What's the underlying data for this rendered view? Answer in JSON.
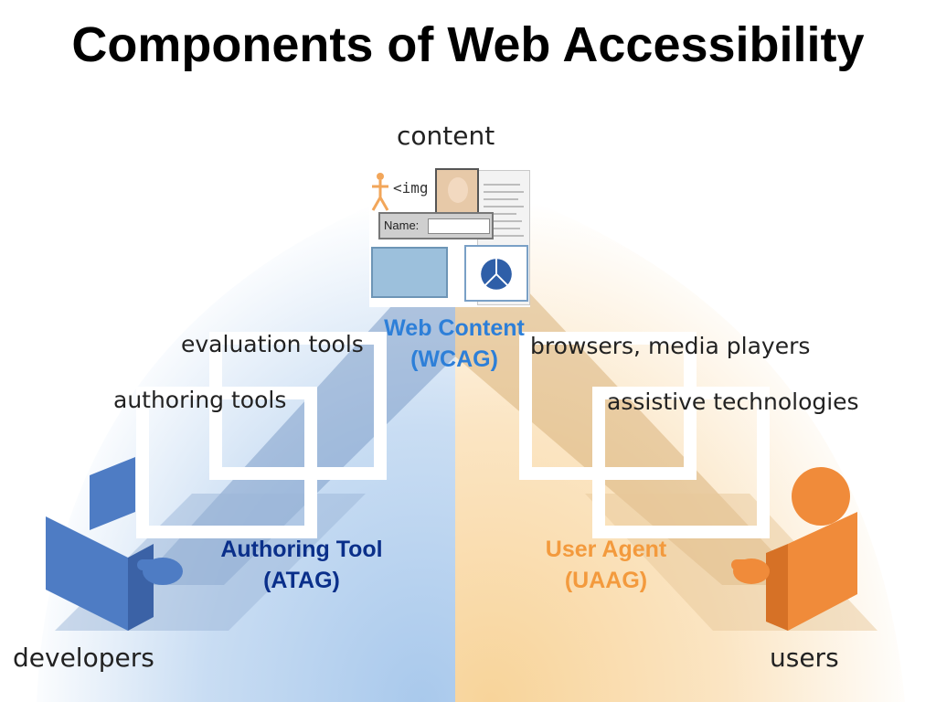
{
  "title": "Components of Web Accessibility",
  "labels": {
    "content": "content",
    "evaluation_tools": "evaluation tools",
    "authoring_tools": "authoring tools",
    "browsers": "browsers, media players",
    "assistive": "assistive technologies",
    "developers": "developers",
    "users": "users"
  },
  "guidelines": {
    "wcag_line1": "Web Content",
    "wcag_line2": "(WCAG)",
    "atag_line1": "Authoring Tool",
    "atag_line2": "(ATAG)",
    "uaag_line1": "User Agent",
    "uaag_line2": "(UAAG)"
  },
  "collage": {
    "img_tag": "<img",
    "name_label": "Name:"
  },
  "colors": {
    "developer_blue": "#4e7cc4",
    "user_orange": "#f08b3a",
    "left_field": "#bfd6ee",
    "right_field": "#fbe2b8",
    "wcag_text": "#2d7fd8",
    "atag_text": "#0a2f8a",
    "uaag_text": "#f39a3d"
  }
}
